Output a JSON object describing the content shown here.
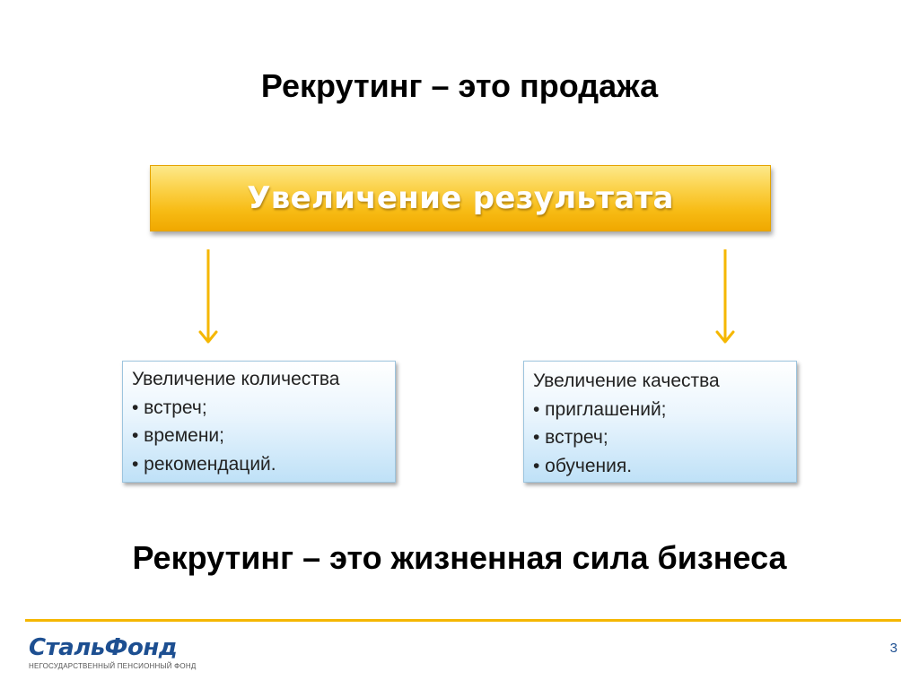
{
  "slide": {
    "title": "Рекрутинг – это продажа",
    "banner": "Увеличение результата",
    "left_box": {
      "heading": "Увеличение количества",
      "items": [
        "• встреч;",
        "• времени;",
        "• рекомендаций."
      ]
    },
    "right_box": {
      "heading": "Увеличение качества",
      "items": [
        "• приглашений;",
        "• встреч;",
        "• обучения."
      ]
    },
    "subtitle": "Рекрутинг – это жизненная сила бизнеса",
    "page_number": "3"
  },
  "footer": {
    "logo_text": "СтальФонд",
    "logo_tagline": "НЕГОСУДАРСТВЕННЫЙ ПЕНСИОННЫЙ ФОНД"
  },
  "colors": {
    "accent_yellow": "#f5b700",
    "banner_gold": "#f7bb14",
    "box_blue": "#bfe1f7",
    "brand_blue": "#1d4f91"
  },
  "icons": {
    "left_arrow": "arrow-down-icon",
    "right_arrow": "arrow-down-icon"
  }
}
